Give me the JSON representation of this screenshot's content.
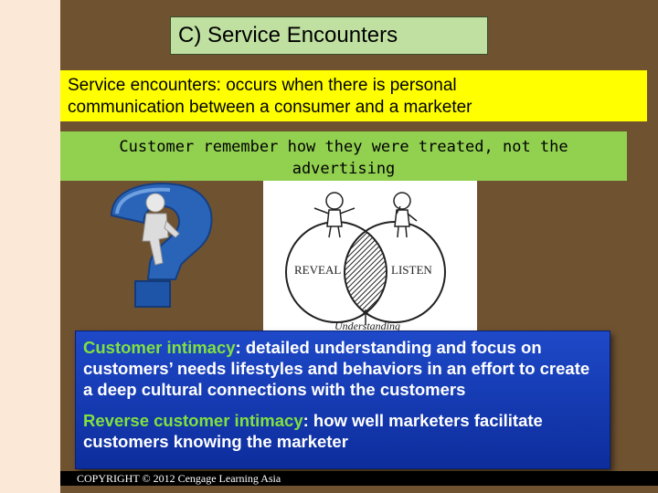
{
  "title": "C) Service Encounters",
  "definition": {
    "line1": "Service encounters:  occurs when there is personal",
    "line2": "communication between a consumer and a marketer"
  },
  "highlight": {
    "line1": "Customer remember how they were treated, not the",
    "line2": "advertising"
  },
  "diagram": {
    "left_label": "REVEAL",
    "right_label": "LISTEN",
    "bottom_label": "Understanding"
  },
  "intimacy": {
    "term": "Customer intimacy",
    "rest": ": detailed understanding and focus on customers’ needs lifestyles and behaviors in an effort to create a deep cultural connections with the customers"
  },
  "reverse": {
    "term": "Reverse customer intimacy",
    "rest": ": how well marketers facilitate customers knowing the marketer"
  },
  "footer": "COPYRIGHT © 2012 Cengage Learning Asia",
  "colors": {
    "background": "#6f5230",
    "title_bg": "#bfe0a0",
    "definition_bg": "#ffff00",
    "highlight_bg": "#92d050",
    "box_bg": "#1e49c8",
    "term_color": "#80e040"
  }
}
